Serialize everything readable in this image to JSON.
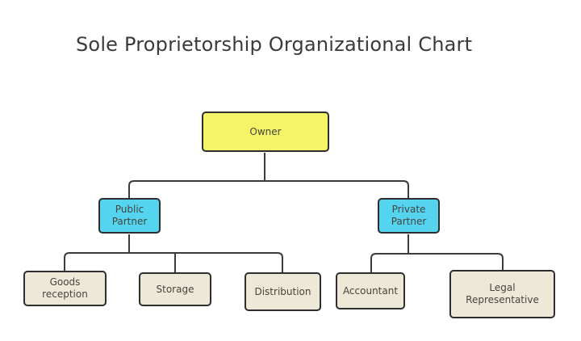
{
  "title": "Sole Proprietorship Organizational Chart",
  "palette": {
    "background": "#ffffff",
    "owner_fill": "#f5f468",
    "partner_fill": "#55d4f0",
    "leaf_fill": "#eee8d9",
    "box_border": "#2e2e2e",
    "connector": "#3c3c3c",
    "title_color": "#3a3a3a",
    "label_color": "#45453c"
  },
  "nodes": {
    "owner": {
      "label": "Owner"
    },
    "public_partner": {
      "label": "Public Partner"
    },
    "private_partner": {
      "label": "Private Partner"
    },
    "goods_reception": {
      "label": "Goods reception"
    },
    "storage": {
      "label": "Storage"
    },
    "distribution": {
      "label": "Distribution"
    },
    "accountant": {
      "label": "Accountant"
    },
    "legal_representative": {
      "label": "Legal Representative"
    }
  },
  "structure": {
    "root": "Owner",
    "edges": [
      {
        "parent": "Owner",
        "child": "Public Partner"
      },
      {
        "parent": "Owner",
        "child": "Private Partner"
      },
      {
        "parent": "Public Partner",
        "child": "Goods reception"
      },
      {
        "parent": "Public Partner",
        "child": "Storage"
      },
      {
        "parent": "Public Partner",
        "child": "Distribution"
      },
      {
        "parent": "Private Partner",
        "child": "Accountant"
      },
      {
        "parent": "Private Partner",
        "child": "Legal Representative"
      }
    ]
  }
}
